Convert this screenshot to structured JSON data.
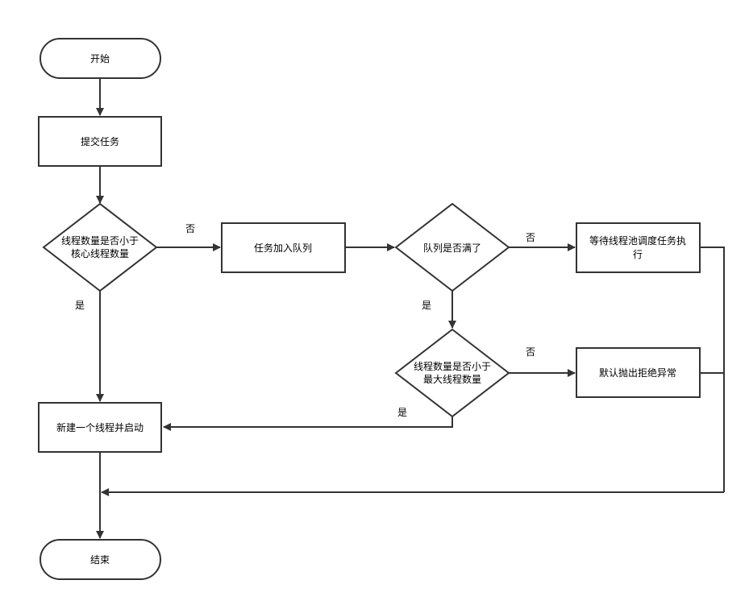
{
  "diagram": {
    "nodes": {
      "start": "开始",
      "submit": "提交任务",
      "core_check_line1": "线程数量是否小于",
      "core_check_line2": "核心线程数量",
      "enqueue": "任务加入队列",
      "queue_full": "队列是否满了",
      "wait_line1": "等待线程池调度任务执",
      "wait_line2": "行",
      "max_check_line1": "线程数量是否小于",
      "max_check_line2": "最大线程数量",
      "reject": "默认抛出拒绝异常",
      "new_thread": "新建一个线程并启动",
      "end": "结束"
    },
    "edge_labels": {
      "core_no": "否",
      "core_yes": "是",
      "queue_no": "否",
      "queue_yes": "是",
      "max_no": "否",
      "max_yes": "是"
    }
  }
}
